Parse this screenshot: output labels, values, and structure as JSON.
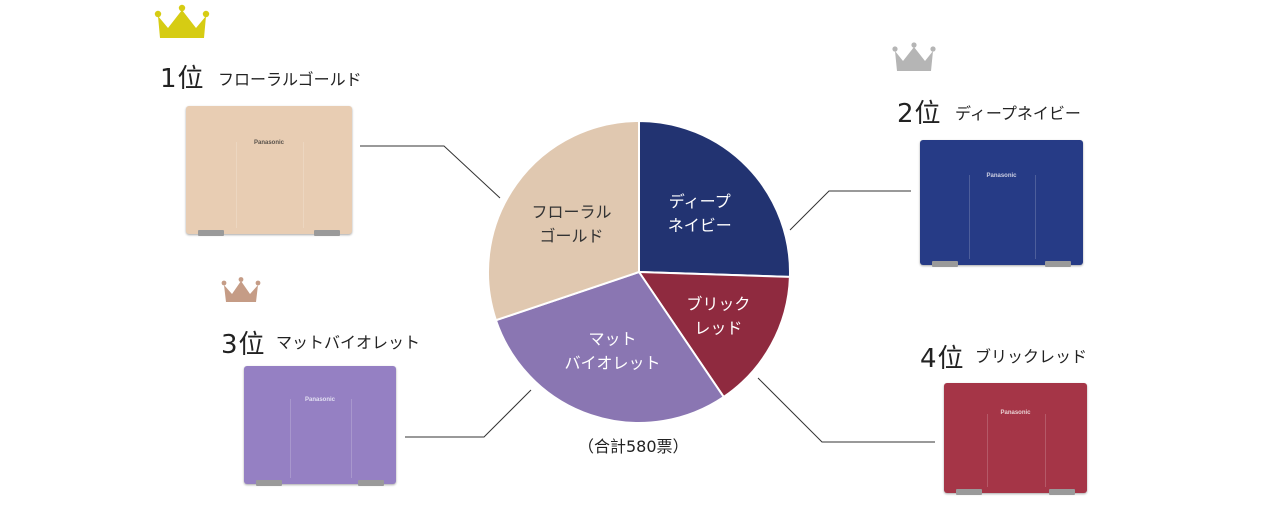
{
  "chart_data": {
    "type": "pie",
    "title": "",
    "total_label": "（合計580票）",
    "start": "12 o'clock, clockwise",
    "slices": [
      {
        "label_lines": [
          "ディープ",
          "ネイビー"
        ],
        "value": 148,
        "color": "#223371",
        "text_color": "#ffffff"
      },
      {
        "label_lines": [
          "ブリック",
          "レッド"
        ],
        "value": 87,
        "color": "#8f2a3f",
        "text_color": "#ffffff"
      },
      {
        "label_lines": [
          "マット",
          "バイオレット"
        ],
        "value": 170,
        "color": "#8a76b2",
        "text_color": "#ffffff"
      },
      {
        "label_lines": [
          "フローラル",
          "ゴールド"
        ],
        "value": 175,
        "color": "#e0c8b0",
        "text_color": "#333333"
      }
    ]
  },
  "ranks": {
    "first": {
      "rank": "1位",
      "name": "フローラルゴールド",
      "crown_color": "#d6cc13",
      "laptop_color": "#e8cdb3",
      "brand": "Panasonic"
    },
    "second": {
      "rank": "2位",
      "name": "ディープネイビー",
      "crown_color": "#b5b5b5",
      "laptop_color": "#263b86",
      "brand": "Panasonic"
    },
    "third": {
      "rank": "3位",
      "name": "マットバイオレット",
      "crown_color": "#c59c86",
      "laptop_color": "#9580c3",
      "brand": "Panasonic"
    },
    "fourth": {
      "rank": "4位",
      "name": "ブリックレッド",
      "laptop_color": "#a53547",
      "brand": "Panasonic"
    }
  }
}
